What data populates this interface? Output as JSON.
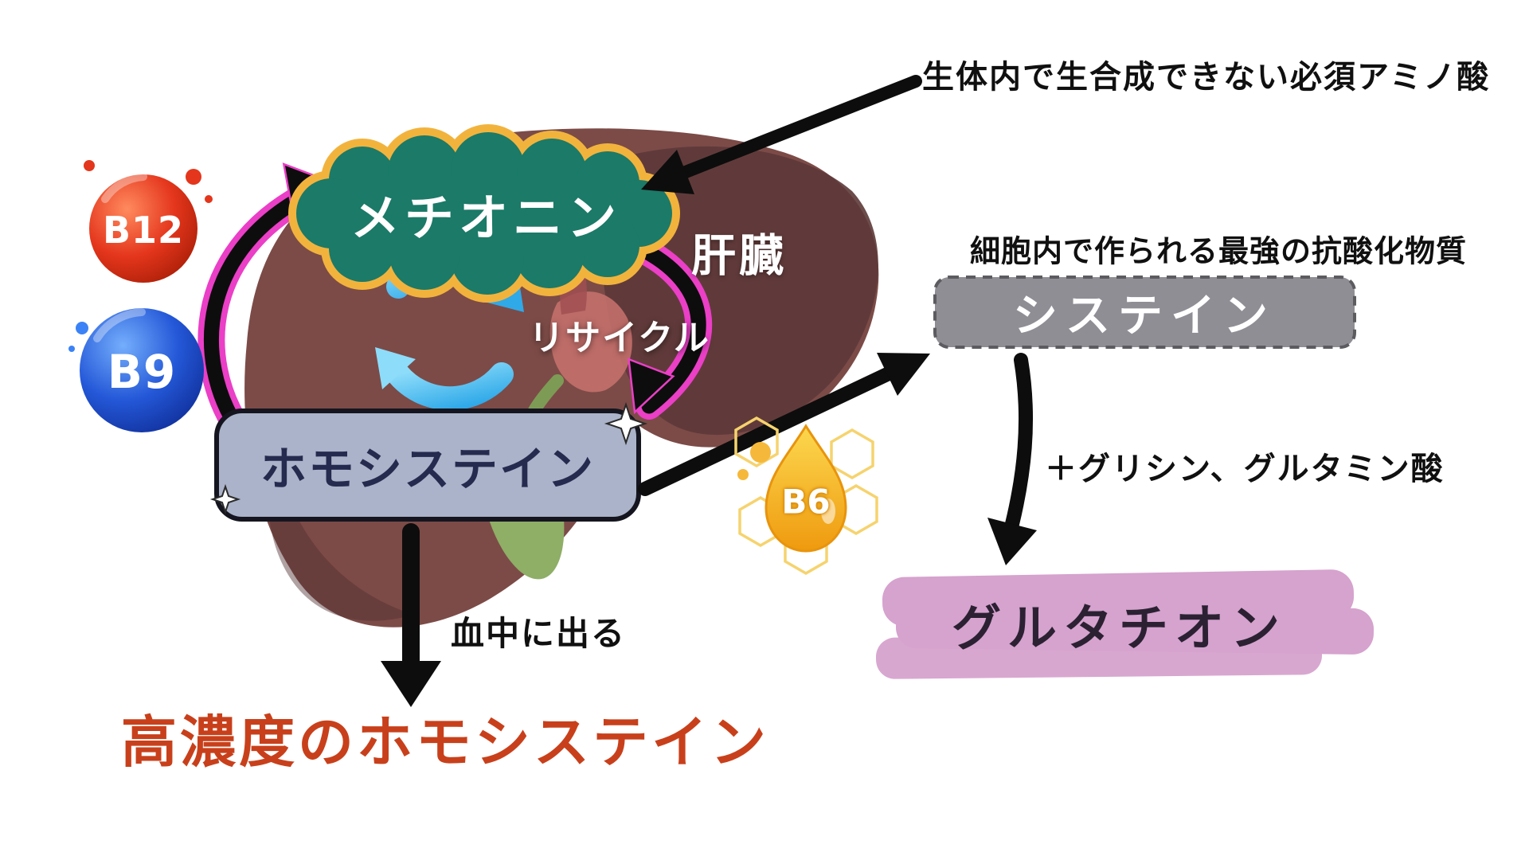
{
  "diagram": {
    "background_color": "#ffffff",
    "liver": {
      "label": "肝臓",
      "color": "#7c4b47",
      "dark_color": "#5d3838"
    },
    "recycle": {
      "label": "リサイクル",
      "color": "#45bdf2"
    },
    "nodes": {
      "methionine": {
        "label": "メチオニン",
        "fill": "#1b7a68",
        "border": "#f2b33d"
      },
      "homocysteine": {
        "label": "ホモシステイン",
        "fill": "#aab3c9",
        "text_color": "#242b4e"
      },
      "cysteine": {
        "label": "システイン",
        "fill": "#8e8e94"
      },
      "glutathione": {
        "label": "グルタチオン",
        "highlight": "#d6a2ce"
      },
      "high_homocysteine": {
        "label": "高濃度のホモシステイン",
        "color": "#c8401b"
      }
    },
    "vitamins": {
      "b12": {
        "label": "B12",
        "color": "#e4361c"
      },
      "b9": {
        "label": "B9",
        "color": "#2458d8"
      },
      "b6": {
        "label": "B6",
        "color": "#f5a623"
      }
    },
    "annotations": {
      "essential_amino_acid": "生体内で生合成できない必須アミノ酸",
      "antioxidant": "細胞内で作られる最強の抗酸化物質",
      "plus_glycine": "＋グリシン、グルタミン酸",
      "into_blood": "血中に出る"
    },
    "arrow_color": "#0d0d0d",
    "cycle_outline_color": "#ea3fc6"
  }
}
